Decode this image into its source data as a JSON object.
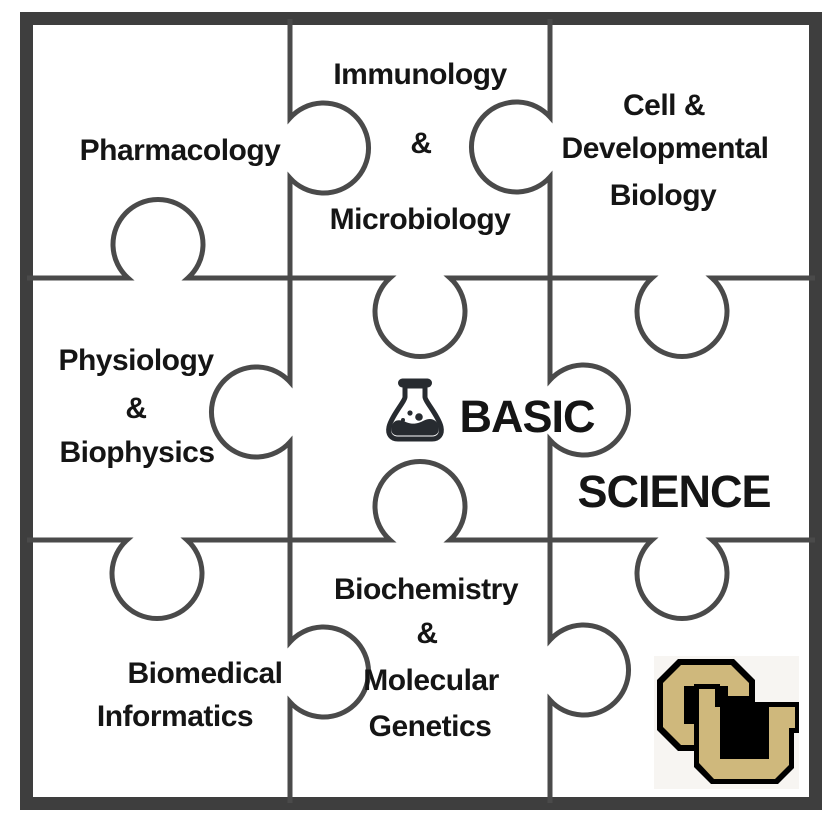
{
  "diagram_title": "Basic Science puzzle",
  "pieces": [
    {
      "name": "pharmacology",
      "lines": [
        "Pharmacology"
      ]
    },
    {
      "name": "immunology-microbiology",
      "lines": [
        "Immunology",
        "&",
        "Microbiology"
      ]
    },
    {
      "name": "cell-developmental-biology",
      "lines": [
        "Cell &",
        "Developmental",
        "Biology"
      ]
    },
    {
      "name": "physiology-biophysics",
      "lines": [
        "Physiology",
        "&",
        "Biophysics"
      ]
    },
    {
      "name": "basic-science",
      "lines": [
        "BASIC",
        "SCIENCE"
      ]
    },
    {
      "name": "biomedical-informatics",
      "lines": [
        "Biomedical",
        "Informatics"
      ]
    },
    {
      "name": "biochemistry-molecular-genetics",
      "lines": [
        "Biochemistry",
        "&",
        "Molecular",
        "Genetics"
      ]
    }
  ],
  "icons": {
    "center_icon": "flask-icon"
  },
  "logo": {
    "letters": "CU",
    "gold": "#CFB87C",
    "black": "#000000",
    "background": "#f7f5f2"
  },
  "colors": {
    "grid_line": "#4a4a4a",
    "outer_border": "#3e3e3e",
    "text": "#151515",
    "puzzle_fill": "#ffffff"
  }
}
